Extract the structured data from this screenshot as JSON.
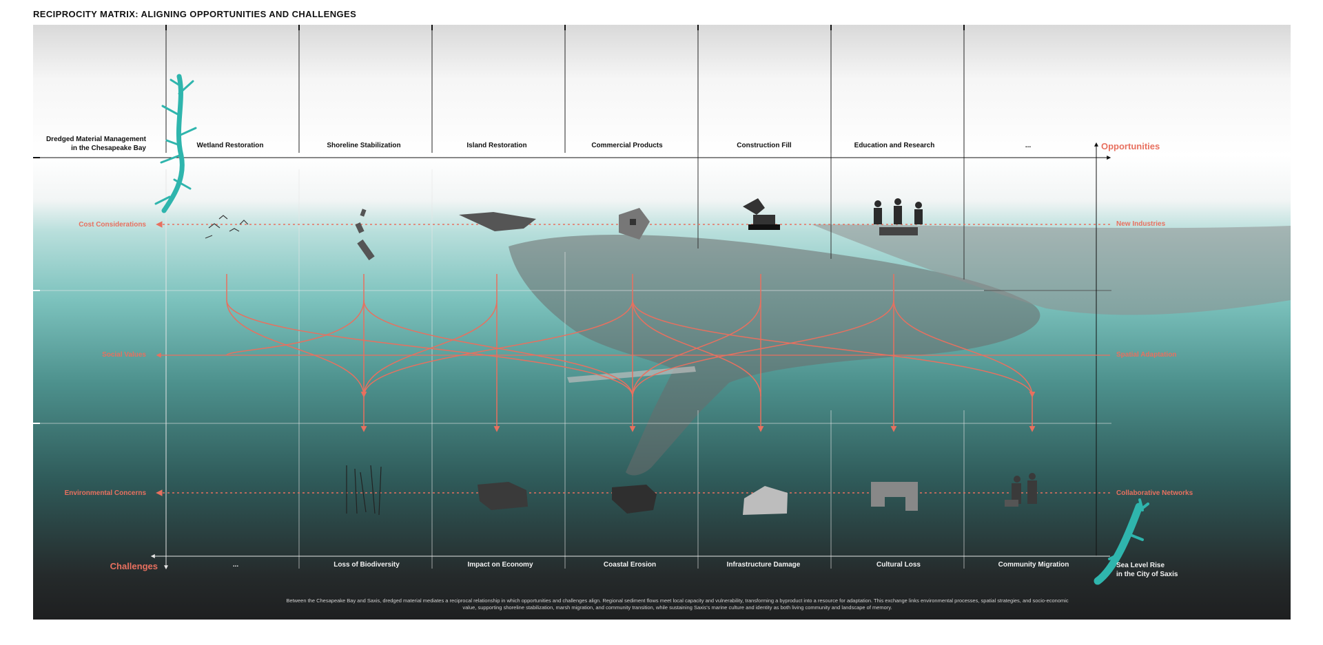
{
  "title": "RECIPROCITY MATRIX: ALIGNING OPPORTUNITIES AND CHALLENGES",
  "origin_top": "Dredged Material Management\nin the Chesapeake Bay",
  "origin_bottom": "Sea Level Rise\nin the City of Saxis",
  "axis": {
    "opportunities": "Opportunities",
    "challenges": "Challenges"
  },
  "opportunities": [
    "Wetland Restoration",
    "Shoreline Stabilization",
    "Island Restoration",
    "Commercial Products",
    "Construction Fill",
    "Education and Research",
    "..."
  ],
  "challenges": [
    "...",
    "Loss of Biodiversity",
    "Impact on Economy",
    "Coastal Erosion",
    "Infrastructure Damage",
    "Cultural Loss",
    "Community Migration"
  ],
  "left_factors": [
    "Cost Considerations",
    "Social Values",
    "Environmental Concerns"
  ],
  "right_factors": [
    "New Industries",
    "Spatial Adaptation",
    "Collaborative Networks"
  ],
  "footer_text": "Between the Chesapeake Bay and Saxis, dredged material mediates a reciprocal relationship in which opportunities and challenges align. Regional sediment flows meet local capacity and vulnerability, transforming a byproduct into a resource for adaptation. This exchange links environmental processes, spatial strategies, and socio-economic value, supporting shoreline stabilization, marsh migration, and community transition, while sustaining Saxis's marine culture and identity as both living community and landscape of memory.",
  "colors": {
    "accent": "#e8705f",
    "teal": "#2fb5ad",
    "dark": "#1e1f20"
  }
}
